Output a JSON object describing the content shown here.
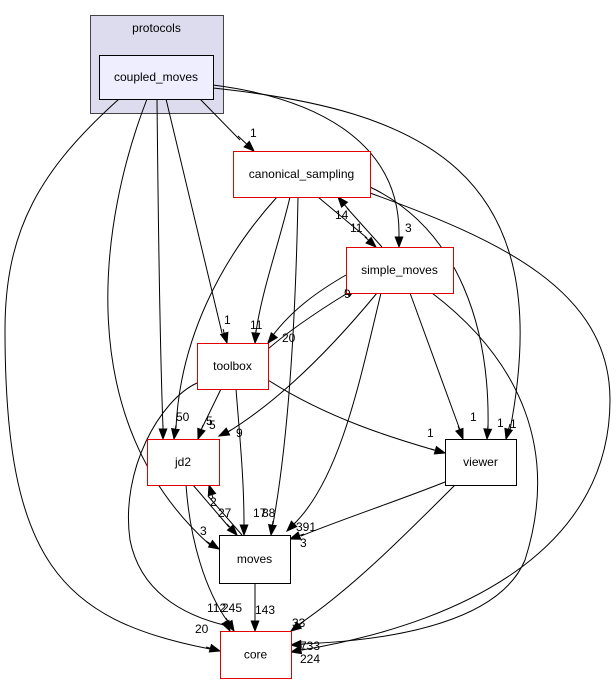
{
  "diagram": {
    "type": "directory-dependency-graph",
    "cluster": {
      "id": "protocols",
      "label": "protocols",
      "fill": "#dcdcee",
      "stroke": "#444444"
    },
    "colors": {
      "focus_fill": "#eeeeff",
      "red_border": "#e00000",
      "black_border": "#000000",
      "edge": "#000000"
    },
    "nodes": [
      {
        "id": "coupled_moves",
        "label": "coupled_moves",
        "style": "focus"
      },
      {
        "id": "canonical_sampling",
        "label": "canonical_sampling",
        "style": "red"
      },
      {
        "id": "simple_moves",
        "label": "simple_moves",
        "style": "red"
      },
      {
        "id": "toolbox",
        "label": "toolbox",
        "style": "red"
      },
      {
        "id": "jd2",
        "label": "jd2",
        "style": "red"
      },
      {
        "id": "viewer",
        "label": "viewer",
        "style": "black"
      },
      {
        "id": "moves",
        "label": "moves",
        "style": "black"
      },
      {
        "id": "core",
        "label": "core",
        "style": "red"
      }
    ],
    "edges": [
      {
        "from": "coupled_moves",
        "to": "canonical_sampling",
        "label": "1"
      },
      {
        "from": "coupled_moves",
        "to": "simple_moves",
        "label": "3"
      },
      {
        "from": "coupled_moves",
        "to": "viewer",
        "label": "1"
      },
      {
        "from": "coupled_moves",
        "to": "toolbox",
        "label": "1"
      },
      {
        "from": "coupled_moves",
        "to": "jd2",
        "label": "50"
      },
      {
        "from": "coupled_moves",
        "to": "moves",
        "label": "3"
      },
      {
        "from": "coupled_moves",
        "to": "core",
        "label": "20"
      },
      {
        "from": "canonical_sampling",
        "to": "simple_moves",
        "label": "11"
      },
      {
        "from": "simple_moves",
        "to": "canonical_sampling",
        "label": "14"
      },
      {
        "from": "canonical_sampling",
        "to": "toolbox",
        "label": "11"
      },
      {
        "from": "canonical_sampling",
        "to": "jd2",
        "label": "5"
      },
      {
        "from": "canonical_sampling",
        "to": "moves",
        "label": "17"
      },
      {
        "from": "canonical_sampling",
        "to": "viewer",
        "label": "1"
      },
      {
        "from": "canonical_sampling",
        "to": "core",
        "label": "224"
      },
      {
        "from": "simple_moves",
        "to": "toolbox",
        "label": "20"
      },
      {
        "from": "toolbox",
        "to": "simple_moves",
        "label": "9"
      },
      {
        "from": "simple_moves",
        "to": "jd2",
        "label": "9"
      },
      {
        "from": "simple_moves",
        "to": "moves",
        "label": "391"
      },
      {
        "from": "simple_moves",
        "to": "viewer",
        "label": "1"
      },
      {
        "from": "simple_moves",
        "to": "core",
        "label": "733"
      },
      {
        "from": "toolbox",
        "to": "jd2",
        "label": "5"
      },
      {
        "from": "toolbox",
        "to": "moves",
        "label": "88"
      },
      {
        "from": "toolbox",
        "to": "viewer",
        "label": "1"
      },
      {
        "from": "toolbox",
        "to": "core",
        "label": "112"
      },
      {
        "from": "jd2",
        "to": "moves",
        "label": "27"
      },
      {
        "from": "moves",
        "to": "jd2",
        "label": "2"
      },
      {
        "from": "jd2",
        "to": "core",
        "label": "245"
      },
      {
        "from": "viewer",
        "to": "moves",
        "label": "3"
      },
      {
        "from": "viewer",
        "to": "core",
        "label": "33"
      },
      {
        "from": "moves",
        "to": "core",
        "label": "143"
      }
    ]
  }
}
